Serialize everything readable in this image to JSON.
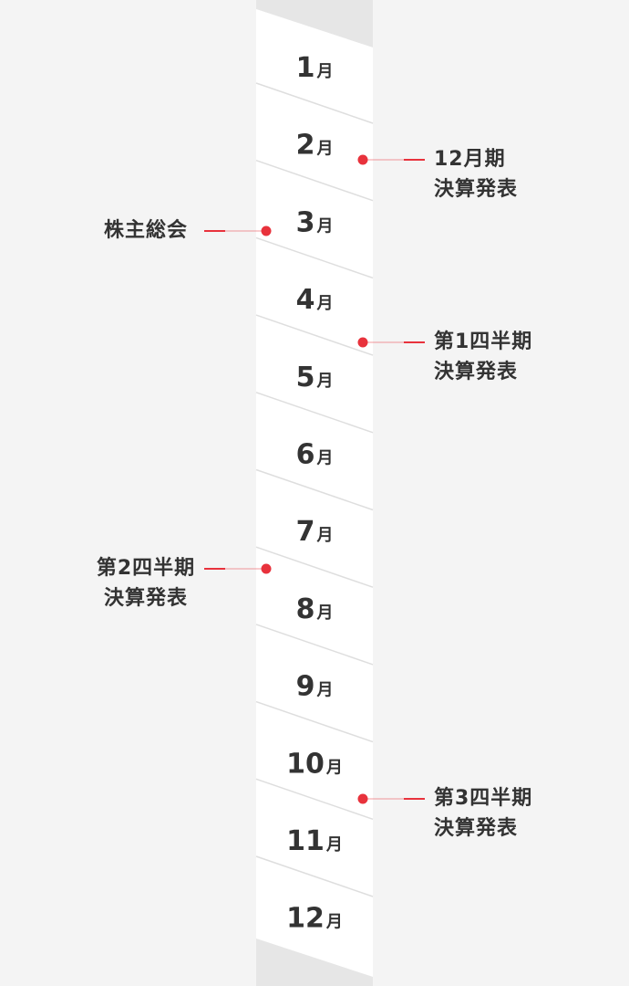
{
  "months": [
    {
      "num": "1",
      "unit": "月"
    },
    {
      "num": "2",
      "unit": "月"
    },
    {
      "num": "3",
      "unit": "月"
    },
    {
      "num": "4",
      "unit": "月"
    },
    {
      "num": "5",
      "unit": "月"
    },
    {
      "num": "6",
      "unit": "月"
    },
    {
      "num": "7",
      "unit": "月"
    },
    {
      "num": "8",
      "unit": "月"
    },
    {
      "num": "9",
      "unit": "月"
    },
    {
      "num": "10",
      "unit": "月"
    },
    {
      "num": "11",
      "unit": "月"
    },
    {
      "num": "12",
      "unit": "月"
    }
  ],
  "events": [
    {
      "id": "fy-results",
      "side": "right",
      "lines": [
        "12月期",
        "決算発表"
      ]
    },
    {
      "id": "agm",
      "side": "left",
      "lines": [
        "株主総会"
      ]
    },
    {
      "id": "q1-results",
      "side": "right",
      "lines": [
        "第1四半期",
        "決算発表"
      ]
    },
    {
      "id": "q2-results",
      "side": "left",
      "lines": [
        "第2四半期",
        "決算発表"
      ]
    },
    {
      "id": "q3-results",
      "side": "right",
      "lines": [
        "第3四半期",
        "決算発表"
      ]
    }
  ],
  "colors": {
    "background": "#f4f4f4",
    "column": "#ffffff",
    "column_cap": "#e6e6e6",
    "divider": "#dedede",
    "accent": "#e8323c",
    "text": "#333333"
  }
}
